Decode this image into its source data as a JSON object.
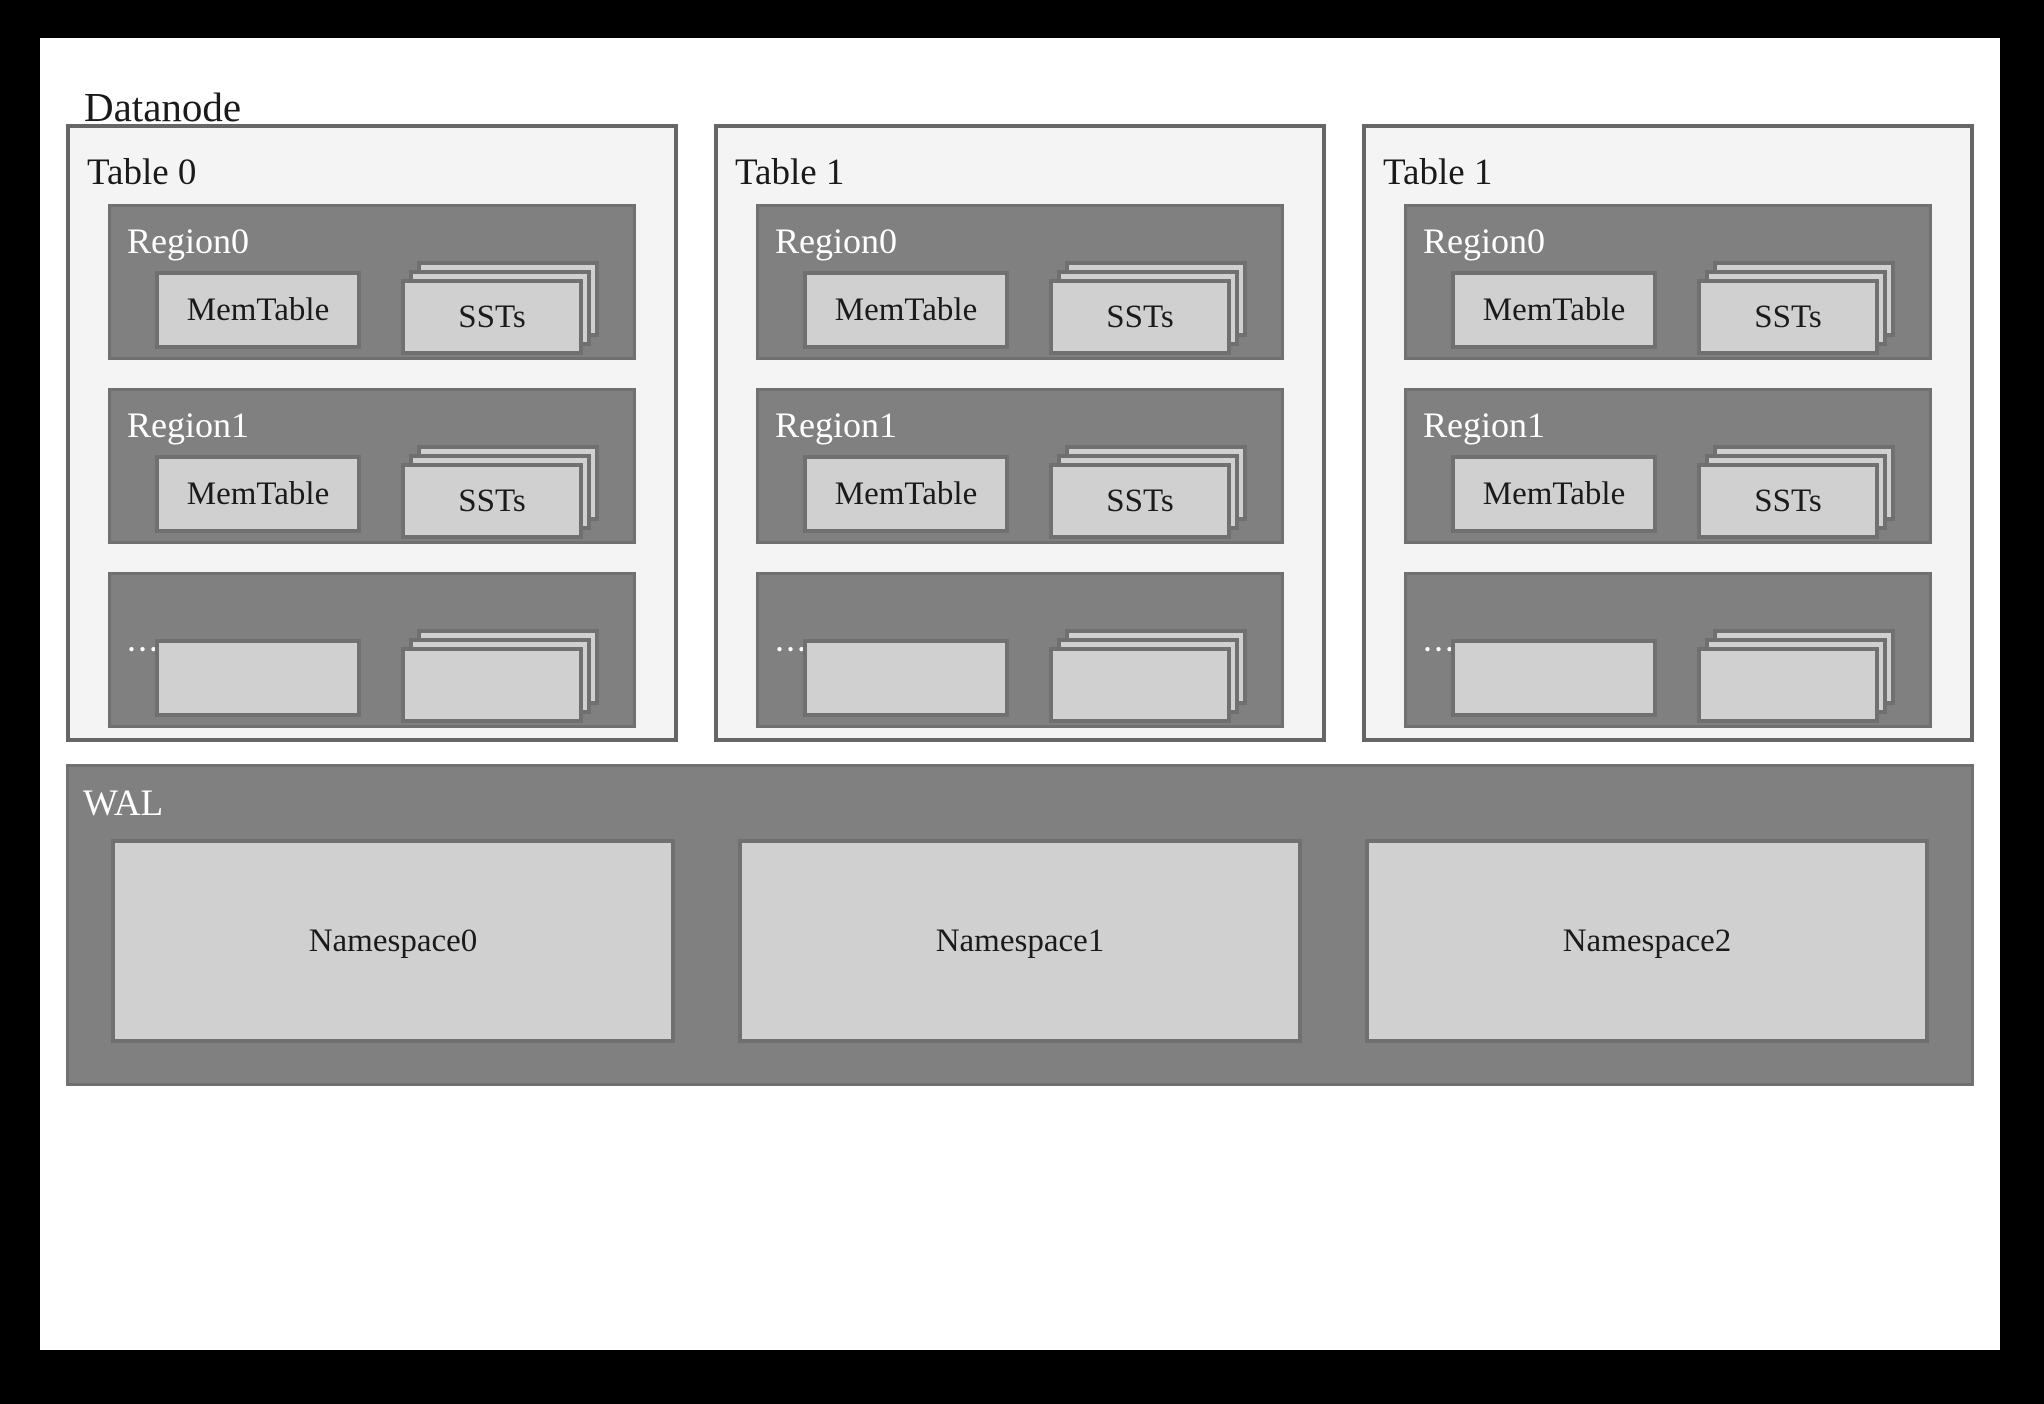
{
  "diagram": {
    "title": "Datanode",
    "background_color": "#000000",
    "panel_color": "#ffffff",
    "table_fill": "#f4f4f4",
    "table_border": "#666666",
    "region_fill": "#808080",
    "region_border": "#707070",
    "box_fill": "#d0d0d0",
    "box_border": "#707070",
    "light_text_color": "#ffffff",
    "dark_text_color": "#1a1a1a"
  },
  "tables": [
    {
      "label": "Table 0",
      "regions": [
        {
          "label": "Region0",
          "is_ellipsis": false,
          "memtable_label": "MemTable",
          "sst_label": "SSTs",
          "sst_layers": 3
        },
        {
          "label": "Region1",
          "is_ellipsis": false,
          "memtable_label": "MemTable",
          "sst_label": "SSTs",
          "sst_layers": 3
        },
        {
          "label": "...",
          "is_ellipsis": true,
          "memtable_label": "",
          "sst_label": "",
          "sst_layers": 3
        }
      ]
    },
    {
      "label": "Table 1",
      "regions": [
        {
          "label": "Region0",
          "is_ellipsis": false,
          "memtable_label": "MemTable",
          "sst_label": "SSTs",
          "sst_layers": 3
        },
        {
          "label": "Region1",
          "is_ellipsis": false,
          "memtable_label": "MemTable",
          "sst_label": "SSTs",
          "sst_layers": 3
        },
        {
          "label": "...",
          "is_ellipsis": true,
          "memtable_label": "",
          "sst_label": "",
          "sst_layers": 3
        }
      ]
    },
    {
      "label": "Table 1",
      "regions": [
        {
          "label": "Region0",
          "is_ellipsis": false,
          "memtable_label": "MemTable",
          "sst_label": "SSTs",
          "sst_layers": 3
        },
        {
          "label": "Region1",
          "is_ellipsis": false,
          "memtable_label": "MemTable",
          "sst_label": "SSTs",
          "sst_layers": 3
        },
        {
          "label": "...",
          "is_ellipsis": true,
          "memtable_label": "",
          "sst_label": "",
          "sst_layers": 3
        }
      ]
    }
  ],
  "wal": {
    "label": "WAL",
    "namespaces": [
      {
        "label": "Namespace0"
      },
      {
        "label": "Namespace1"
      },
      {
        "label": "Namespace2"
      }
    ]
  }
}
